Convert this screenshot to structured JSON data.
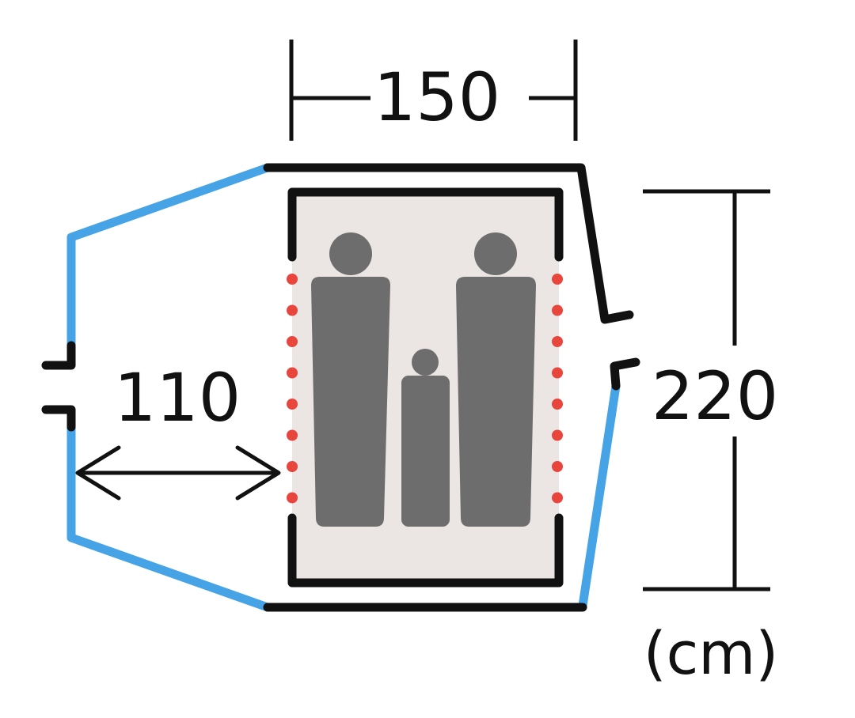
{
  "dimensions": {
    "width_label": "150",
    "length_label": "220",
    "vestibule_label": "110",
    "unit_label": "(cm)"
  },
  "colors": {
    "outline": "#111111",
    "fly": "#46a3e6",
    "floor": "#ebe5e3",
    "sleeper": "#6e6d6e",
    "mesh": "#e8453c",
    "background": "#ffffff"
  }
}
